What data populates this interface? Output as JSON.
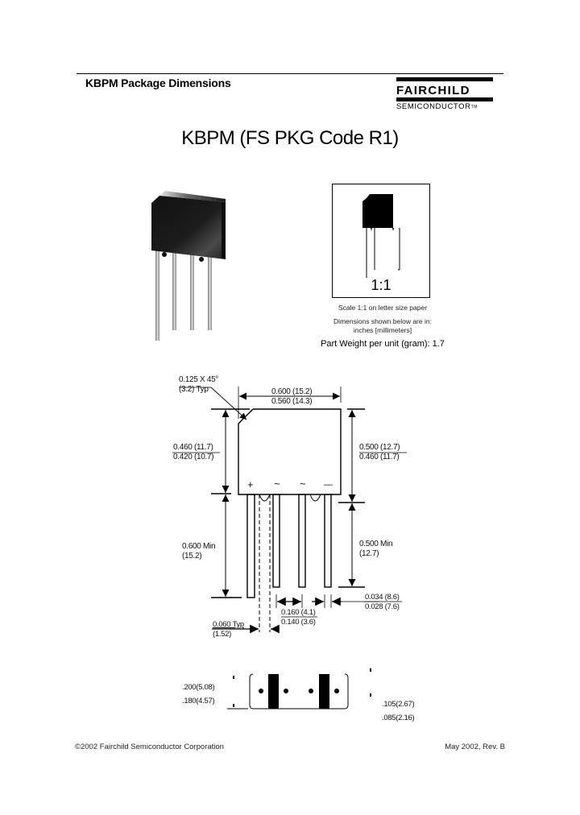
{
  "header": {
    "title": "KBPM  Package Dimensions",
    "logo": {
      "brand": "FAIRCHILD",
      "subtitle": "SEMICONDUCTOR",
      "mark": "TM"
    }
  },
  "page_title": "KBPM (FS PKG Code R1)",
  "scale_box": {
    "scale_label": "1:1",
    "scale_note": "Scale 1:1 on letter size paper",
    "units_note_line1": "Dimensions shown below are in:",
    "units_note_line2": "inches [millimeters]",
    "part_weight": "Part Weight per unit (gram):  1.7"
  },
  "front_view": {
    "chamfer": {
      "line1": "0.125 X 45°",
      "line2": "(3.2) Typ"
    },
    "body_width": {
      "max": "0.600  (15.2)",
      "min": "0.560  (14.3)"
    },
    "body_height_left": {
      "max": "0.460  (11.7)",
      "min": "0.420  (10.7)"
    },
    "body_height_right": {
      "max": "0.500  (12.7)",
      "min": "0.460  (11.7)"
    },
    "lead_length_left": {
      "line1": "0.600 Min",
      "line2": "(15.2)"
    },
    "lead_length_right": {
      "line1": "0.500 Min",
      "line2": "(12.7)"
    },
    "lead_pitch": {
      "max": "0.160 (4.1)",
      "min": "0.140 (3.6)"
    },
    "lead_width": {
      "max": "0.034 (8.6)",
      "min": "0.028 (7.6)"
    },
    "hole_dia": {
      "line1": "0.060 Typ",
      "line2": "(1.52)"
    },
    "pin_labels": [
      "+",
      "~",
      "~",
      "—"
    ]
  },
  "bottom_view": {
    "width_dim": {
      "max": ".200(5.08)",
      "min": ".180(4.57)"
    },
    "thickness_dim": {
      "max": ".105(2.67)",
      "min": ".085(2.16)"
    }
  },
  "footer": {
    "copyright": "©2002 Fairchild Semiconductor Corporation",
    "revision": "May 2002, Rev. B"
  }
}
